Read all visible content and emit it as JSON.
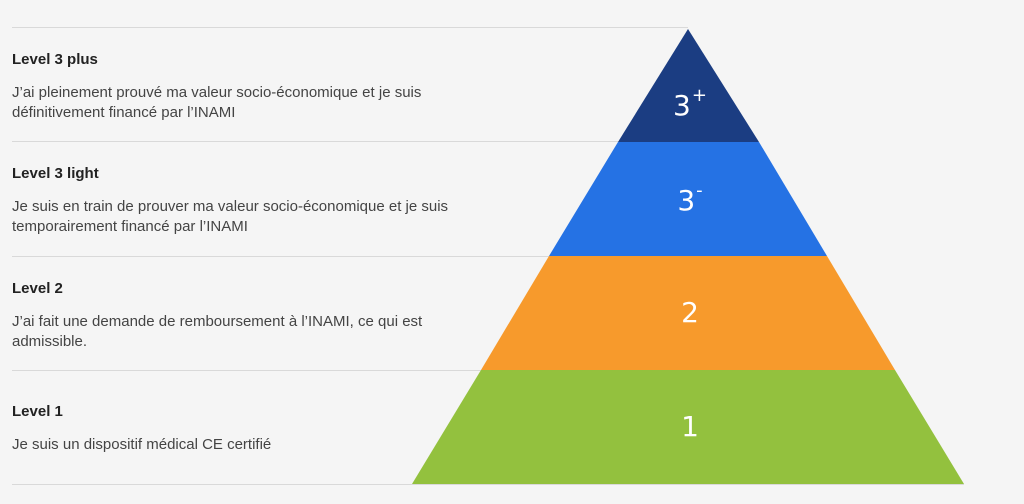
{
  "levels": [
    {
      "title": "Level 3 plus",
      "description": "J’ai pleinement prouvé ma valeur socio-économique et je suis définitivement financé par l’INAMI",
      "tier_label": "3",
      "tier_sup": "+",
      "color": "#1b3d82"
    },
    {
      "title": "Level 3 light",
      "description": "Je suis en train de prouver ma valeur socio-économique et je suis temporairement financé par l’INAMI",
      "tier_label": "3",
      "tier_sup": "-",
      "color": "#2572e4"
    },
    {
      "title": "Level 2",
      "description": "J’ai fait une demande de remboursement à l’INAMI, ce qui est admissible.",
      "tier_label": "2",
      "tier_sup": "",
      "color": "#f79a2c"
    },
    {
      "title": "Level 1",
      "description": "Je suis un dispositif médical CE certifié",
      "tier_label": "1",
      "tier_sup": "",
      "color": "#93c13e"
    }
  ]
}
